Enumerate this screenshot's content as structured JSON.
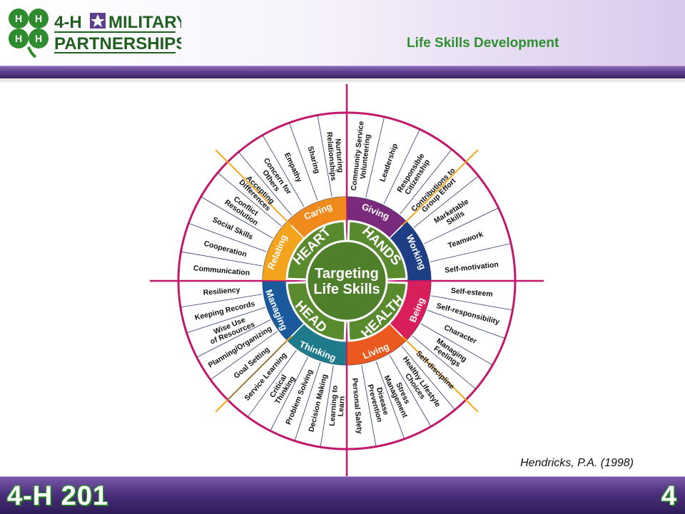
{
  "header": {
    "logo_line1_prefix": "4-H",
    "logo_line1_suffix": "MILITARY",
    "logo_line2": "PARTNERSHIPS",
    "subtitle": "Life Skills Development"
  },
  "diagram": {
    "center": [
      "Targeting",
      "Life Skills"
    ],
    "quadrants": [
      {
        "name": "HEART",
        "color": "#5a8a2e"
      },
      {
        "name": "HANDS",
        "color": "#5a8a2e"
      },
      {
        "name": "HEAD",
        "color": "#5a8a2e"
      },
      {
        "name": "HEALTH",
        "color": "#5a8a2e"
      }
    ],
    "categories": [
      {
        "name": "Caring",
        "color": "#f08a1c"
      },
      {
        "name": "Giving",
        "color": "#7a2a7a"
      },
      {
        "name": "Working",
        "color": "#1e3e86"
      },
      {
        "name": "Being",
        "color": "#d81e5b"
      },
      {
        "name": "Living",
        "color": "#ea5a1e"
      },
      {
        "name": "Thinking",
        "color": "#1f7a8c"
      },
      {
        "name": "Managing",
        "color": "#1a5a9c"
      },
      {
        "name": "Relating",
        "color": "#f4a41c"
      }
    ],
    "skills": [
      "Nurturing Relationships",
      "Sharing",
      "Empathy",
      "Concern for Others",
      "Accepting Differences",
      "Conflict Resolution",
      "Social Skills",
      "Cooperation",
      "Communication",
      "Community Service Volunteering",
      "Leadership",
      "Responsible Citizenship",
      "Contributions to Group Effort",
      "Marketable Skills",
      "Teamwork",
      "Self-motivation",
      "Self-esteem",
      "Self-responsibility",
      "Character",
      "Managing Feelings",
      "Self-discipline",
      "Healthy Lifestyle Choices",
      "Stress Management",
      "Disease Prevention",
      "Personal Safety",
      "Learning to Learn",
      "Decision Making",
      "Problem Solving",
      "Critical Thinking",
      "Service Learning",
      "Goal Setting",
      "Planning/Organizing",
      "Wise Use of Resources",
      "Keeping Records",
      "Resiliency"
    ],
    "ring_color": "#c2186b",
    "divider_color": "#f4a41c"
  },
  "citation": "Hendricks, P.A. (1998)",
  "footer": {
    "title": "4-H 201",
    "page_number": "4"
  }
}
